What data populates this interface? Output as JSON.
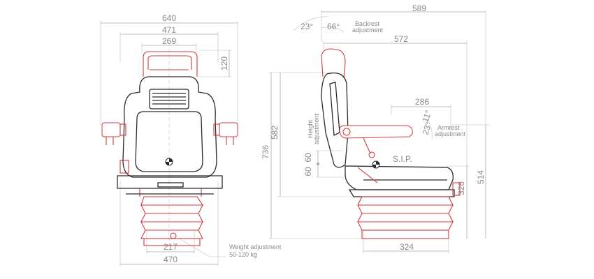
{
  "front_view": {
    "overall_width": "640",
    "armrest_width": "471",
    "backrest_width": "269",
    "headrest_height": "120",
    "base_width": "217",
    "seat_width": "470",
    "weight_label": "Weight adjustment",
    "weight_range": "50-120 kg"
  },
  "side_view": {
    "overall_depth": "589",
    "backrest_depth": "572",
    "armrest_depth": "286",
    "base_depth": "324",
    "overall_height": "736",
    "backrest_height": "582",
    "seat_height": "514",
    "suspension_height": "328",
    "height_travel_a": "60",
    "height_travel_b": "60",
    "backrest_angle_fwd": "23°",
    "backrest_angle_back": "66°",
    "backrest_label_1": "Backrest",
    "backrest_label_2": "adjustment",
    "armrest_angle_up": "11°",
    "armrest_angle_down": "23°",
    "armrest_label_1": "Armrest",
    "armrest_label_2": "adjustment",
    "height_label_1": "Height",
    "height_label_2": "adjustment",
    "sip_label": "S.I.P."
  },
  "colors": {
    "outline": "#2b2b2b",
    "adjustable_parts": "#d23a3a",
    "dimension_lines": "#a9a9a9"
  }
}
